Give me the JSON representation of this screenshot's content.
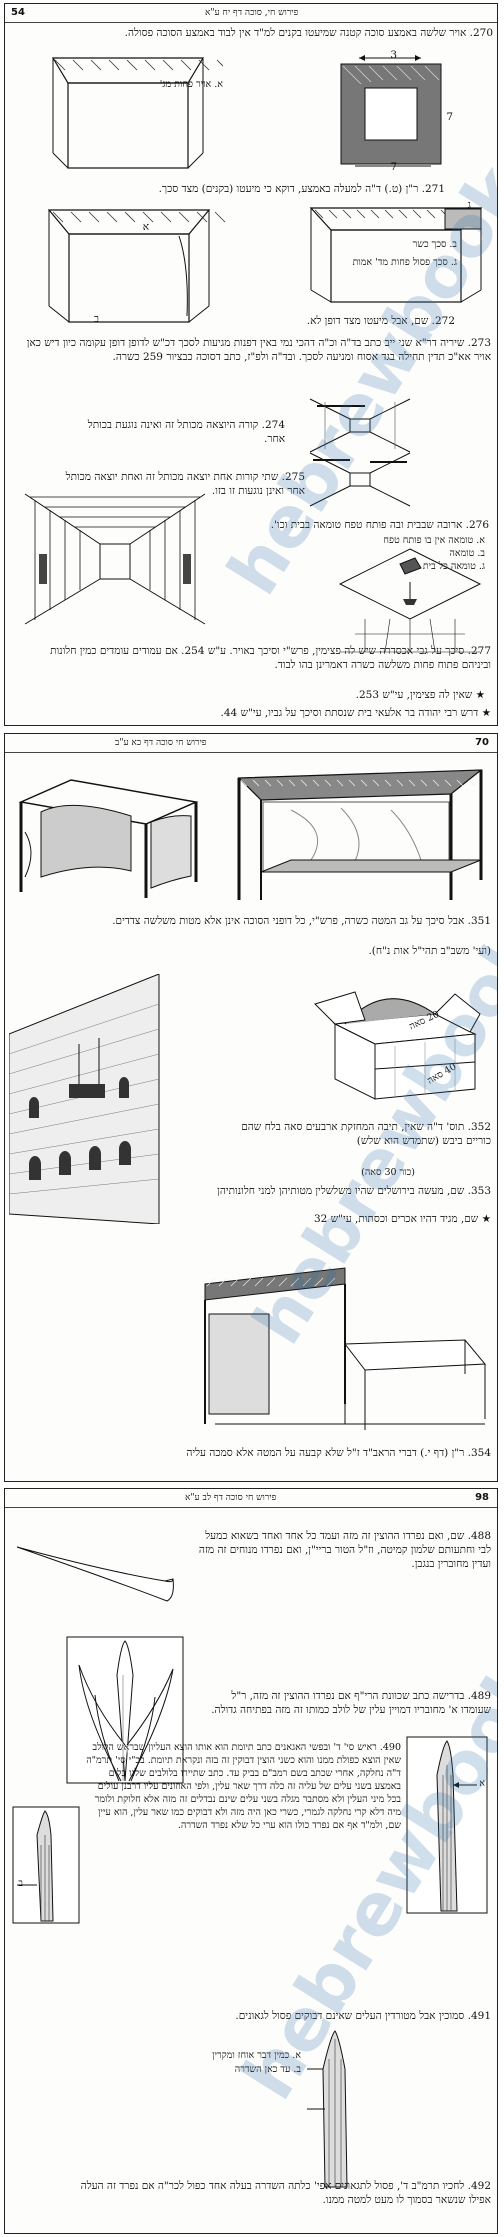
{
  "pages": [
    {
      "page_number": "54",
      "header_title": "פירוש חי, סוכה דף יח ע\"א",
      "items": {
        "p270": "270. אויר שלשה באמצע סוכה קטנה שמיעטו בקנים למ\"ד אין לבוד באמצע הסוכה פסולה.",
        "p271": "271. ר\"ן (ט.) ד\"ה למעלה באמצע, דוקא כי מיעטו (בקנים) מצד סכך.",
        "p272": "272. שם, אבל מיעטו מצד דופן לא.",
        "p273": "273. שיריה דר\"א שני ייב כתב בד\"ה וכ\"ה דהכי נמי באין דפנות מגיעות לסכך דכ\"ש לדופן דופן עקומה כיון דיש כאן אויר אא\"כ תדין תחילה בגד אסוח ומניעה לסכך. ובד\"ה ולפ\"ז, כתב דסוכה כבציור 259 כשרה.",
        "p274": "274. קורה היוצאה מכותל זה ואינה נוגעת בכותל אחר.",
        "p275": "275. שתי קורות אחת יוצאה מכותל זה ואחת יוצאה מכותל אחר ואינן נוגעות זו בזו.",
        "p276": "276. ארובה שבבית ובה פותח טפח טומאה בבית וכו'.",
        "p277": "277. סיכך על גבי אכסדרה שיש לה פצימין, פרש\"י וסיכך באויר. ע\"ש 254. אם עמודים עומדים כמין חלונות וביניהם פתוח פחות משלשה כשרה דאמרינן בהו לבוד.",
        "note1": "שאין לה פצימין, עי\"ש 253.",
        "footer": "דרש רבי יהודה בר אלעאי בית שנסתת וסיכך על גביו, עי\"ש 44."
      },
      "labels": {
        "dim_3": "3",
        "dim_7": "7",
        "label_a": "א",
        "label_b": "ב",
        "label_g": "ג",
        "avir": "א. אויר פחות מג'",
        "kanim": "ב. סכך כשר",
        "sechach": "ג. סכך פסול פחות מד' אמות",
        "tuma_a": "א. טומאה אין בו פותח טפח",
        "tuma_b": "ב. טומאה",
        "tuma_c": "ג. טומאה כל בית"
      }
    },
    {
      "page_number": "70",
      "header_title": "פירוש חי סוכה דף כא ע\"ב",
      "items": {
        "p351": "351. אבל סיכך על גב המטה כשרה, פרש\"י, כל דופני הסוכה אינן אלא מטות משלשה צדדים.",
        "p351_ref": "(ועי' משב\"ב תהי\"ל אות נ\"ח).",
        "p352": "352. תוס' ד\"ה שאין, תיבה המחזקת ארבעים סאה בלח שהם כוריים ביבש (שתמדש הוא שלש)",
        "p352_note": "(כור 30 סאה)",
        "p353": "353. שם, מעשה בירושלים שהיו משלשלין מטותיהן למני חלונותיהן",
        "p353_note": "שם, מגיד דהיו אכרים וכסתות, עי\"ש 32",
        "p354": "354. ר\"ן (דף י.) דברי הראב\"ד ז\"ל שלא קבעה על המטה אלא סמכה עליה",
        "box_top": "20 סאה",
        "box_bottom": "40 סאה"
      }
    },
    {
      "page_number": "98",
      "header_title": "פירוש חי סוכה דף לב ע\"א",
      "items": {
        "p488": "488. שם, ואם נפרדו ההוצין זה מזה ועמד כל אחד ואחד בשאוא כמעל לבי וחתעותם שלמון קמיטה, וז\"ל הטור בריי\"ן, ואם נפרדו מנוחים זה מזה ועדין מחוברין בנגבן.",
        "p489": "489. בדרישה כתב שכוונת הרי\"ף אם נפרדו ההוצין זה מזה, ר\"ל שעומדו א' מחובריו דמויין עלין של לולב כמותו זה מזה בפתיחה גדולה.",
        "p490": "490. ראיש סי' ד' ובפשי האגאנים כתב תיומת הוא אותו הוצא העליון שבראש הלולב שאין הוצא כפולת ממנו והוא כשני הוצין דבוקין זה בזה ונקראת תיומת. בב\"י סי' תרמ\"ה ד\"ה נחלקה, אחרי שכתב בשם רמב\"ם בביק עד. כתב שתיירו בלולבים שלנו כלים באמצע בשני עלים של עליה זה כלה דרך שאר עלין, ולפי האוזונים עליו דרבנן עולים בכל מיני העלין ולא מסתבר מגלה בשני עלים שינם נבדלים זה מזה אלא חלוקת ולומר מיה דלא קרי נחלקה לגמרי, כשרי כאן היה מזה ולא דבוקים כמו שאר עלין, הוא עיין שם, ולמ\"ד אף אם נפרד כולו הוא ערי כל שלא נפרד השדרה.",
        "p491": "491. סמוכין אבל מטורדין העלים שאינם דבוקים פסול לגאונים.",
        "p491_a": "א. כמין דבר אוחז ומקרין",
        "p491_b": "ב. עד כאן השדרה",
        "p492": "492. לחכיו תרמ\"ב ד', פסול לתגאונים אפי' כלתה השדרה בעלה אחד כפול לכר\"ה אם נפרד זה העלה אפילו שנשאר בסמוך לו מעט למטה ממנו."
      },
      "labels": {
        "label_a": "א",
        "label_b": "ב"
      }
    }
  ],
  "watermark": "hebrewbooks.org"
}
